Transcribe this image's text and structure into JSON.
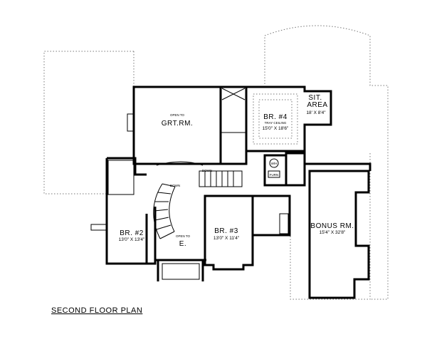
{
  "plan_title": "SECOND FLOOR PLAN",
  "rooms": {
    "great_room": {
      "note": "OPEN TO",
      "name": "GRT.RM."
    },
    "bedroom4": {
      "name": "BR. #4",
      "note": "TRAY CEILING",
      "size": "15'0\" X 18'6\""
    },
    "sitting_area": {
      "name_line1": "SIT.",
      "name_line2": "AREA",
      "size": "18' X 8'4\""
    },
    "bedroom2": {
      "name": "BR. #2",
      "size": "13'0\" X 13'4\""
    },
    "bedroom3": {
      "name": "BR. #3",
      "size": "13'0\" X 11'4\""
    },
    "foyer": {
      "note": "OPEN TO",
      "name": "E."
    },
    "bonus_room": {
      "name": "BONUS RM.",
      "size": "15'4\" X 32'8\""
    }
  },
  "fixtures": {
    "stair_main": "DOWN",
    "stair_curved": "DOWN",
    "water_heater": "W/H",
    "furnace": "FURN"
  }
}
